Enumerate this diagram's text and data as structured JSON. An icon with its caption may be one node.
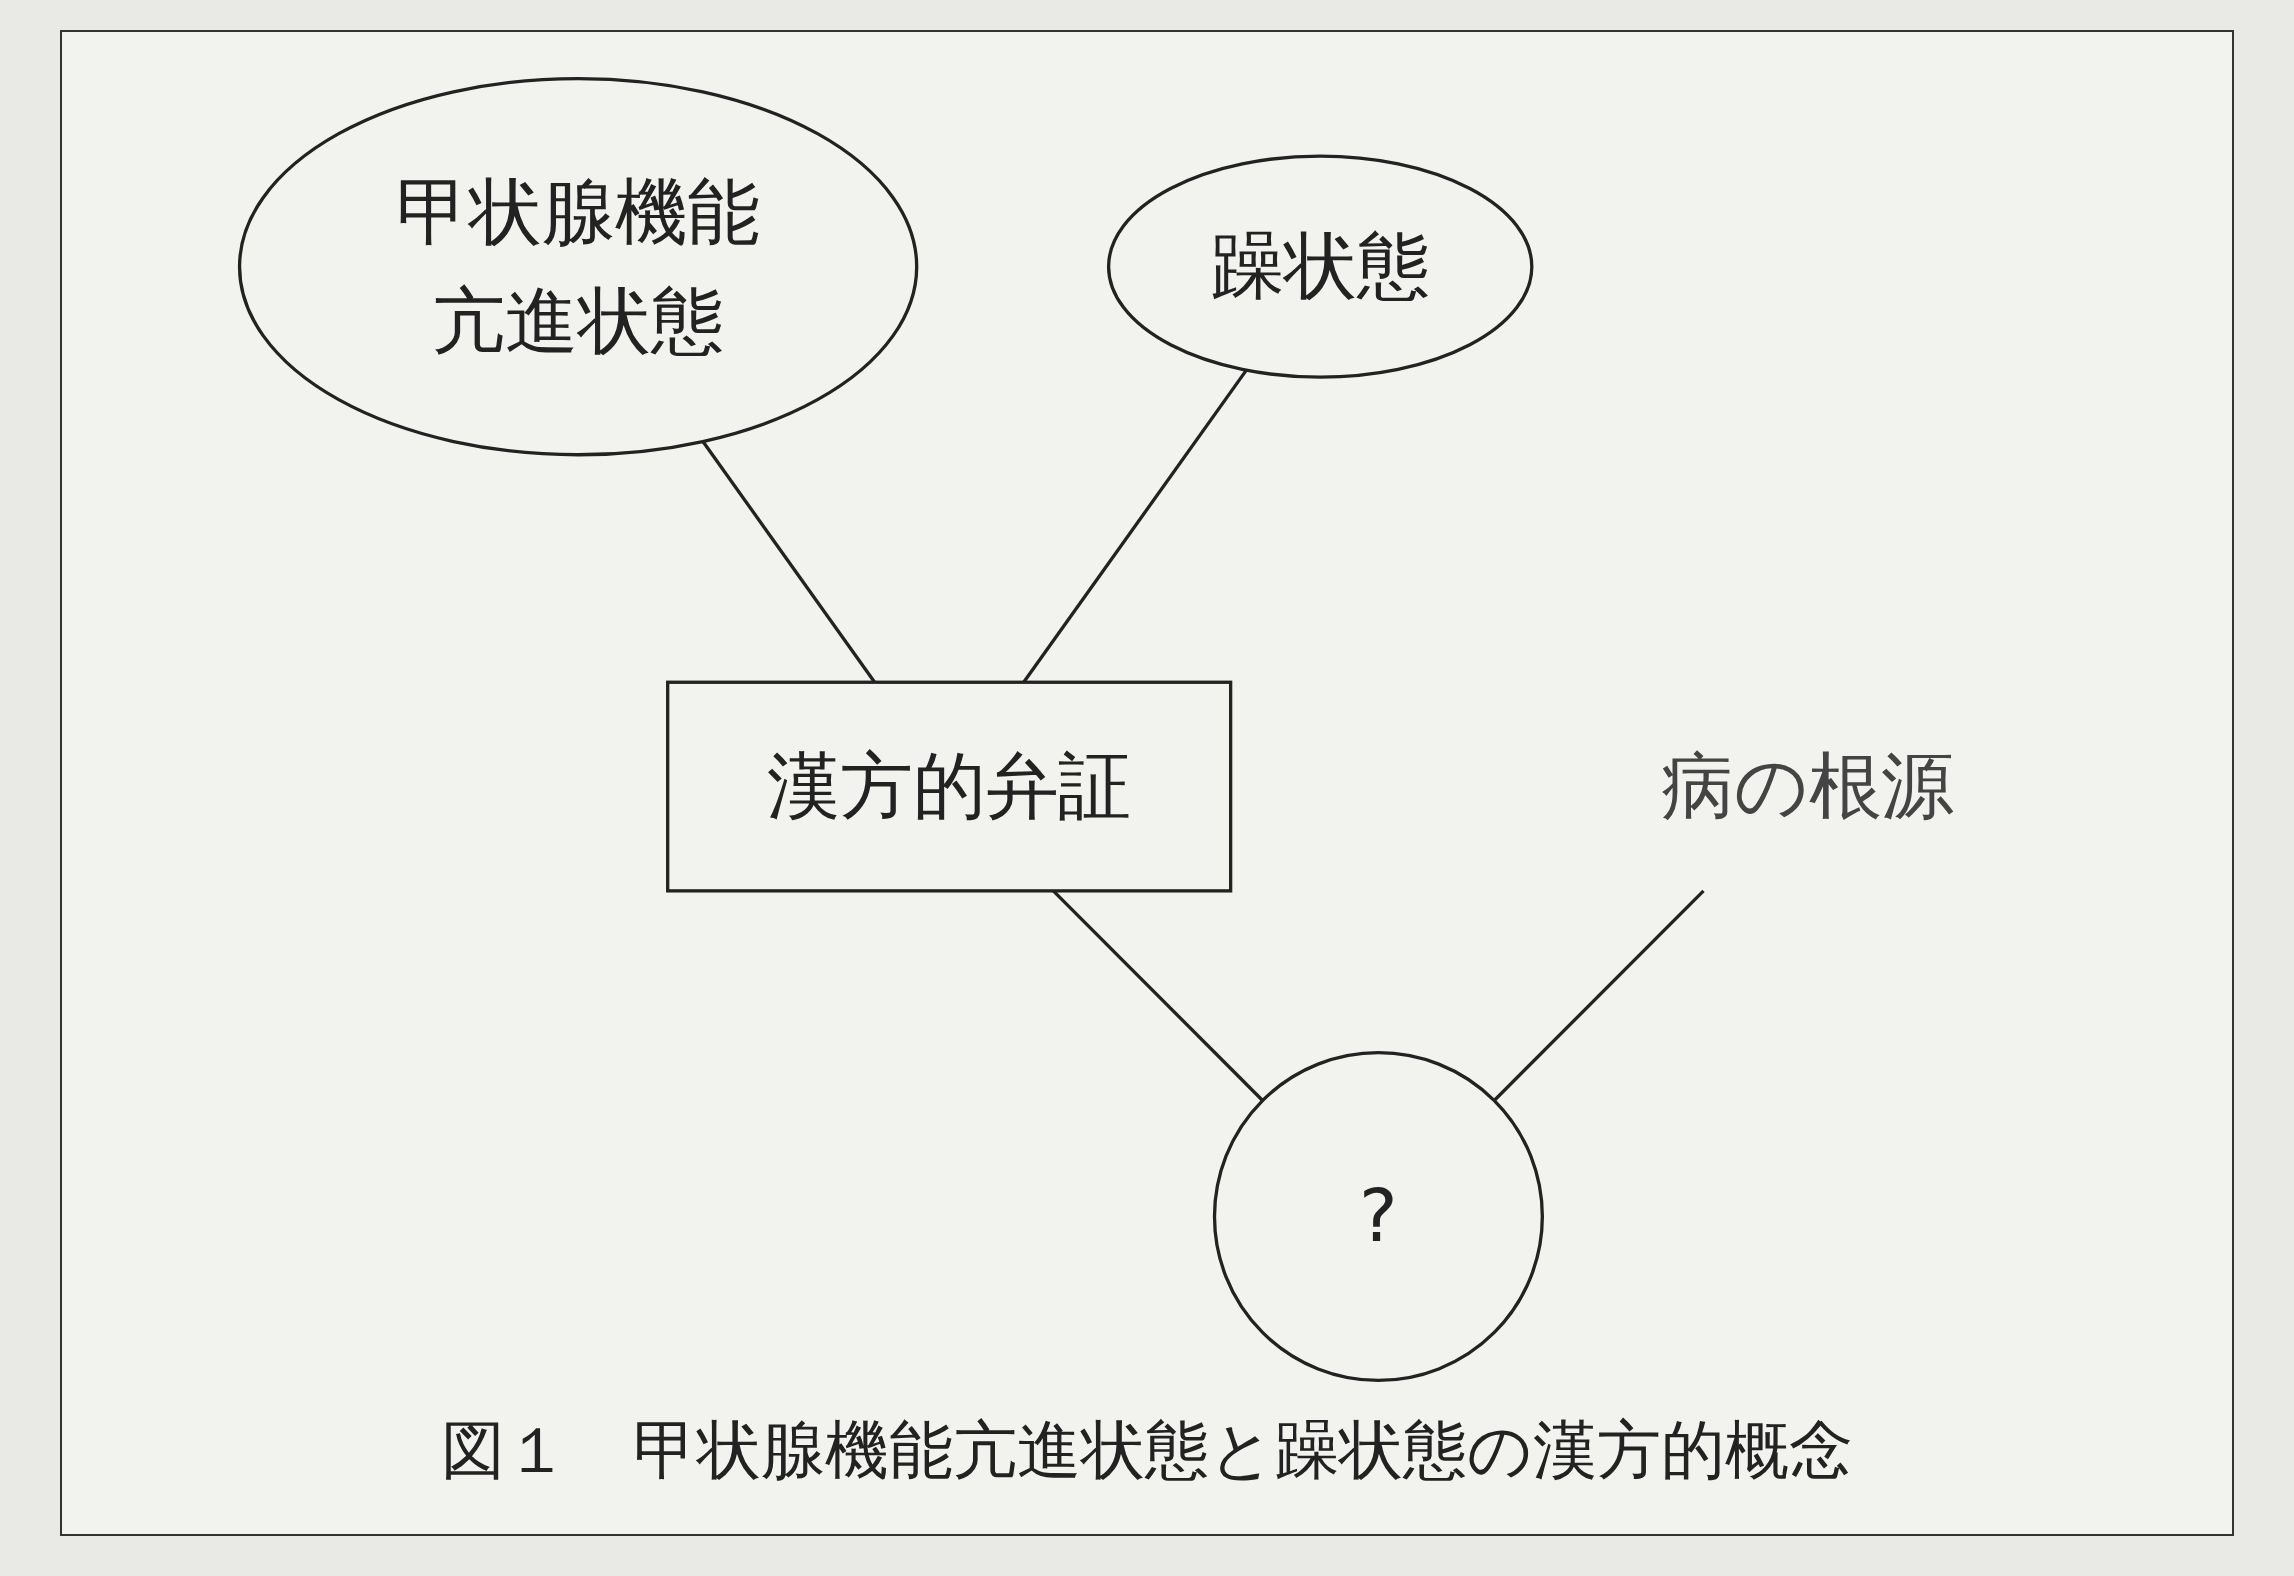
{
  "diagram": {
    "caption": "図１　甲状腺機能亢進状態と躁状態の漢方的概念",
    "nodes": [
      {
        "text": [
          "甲状腺機能亢進状態"
        ]
      },
      {
        "text": [
          "躁状態"
        ]
      },
      {
        "text": [
          "漢方的弁証"
        ]
      },
      {
        "text": [
          "?"
        ]
      },
      {
        "text": [
          "病の根源"
        ]
      }
    ],
    "edges": [
      {
        "from": 0,
        "to": 2,
        "arrow": "none"
      },
      {
        "from": 1,
        "to": 2,
        "arrow": "none"
      },
      {
        "from": 2,
        "to": 3,
        "arrow": "none"
      },
      {
        "from": 4,
        "to": 3,
        "arrow": "none"
      }
    ]
  }
}
